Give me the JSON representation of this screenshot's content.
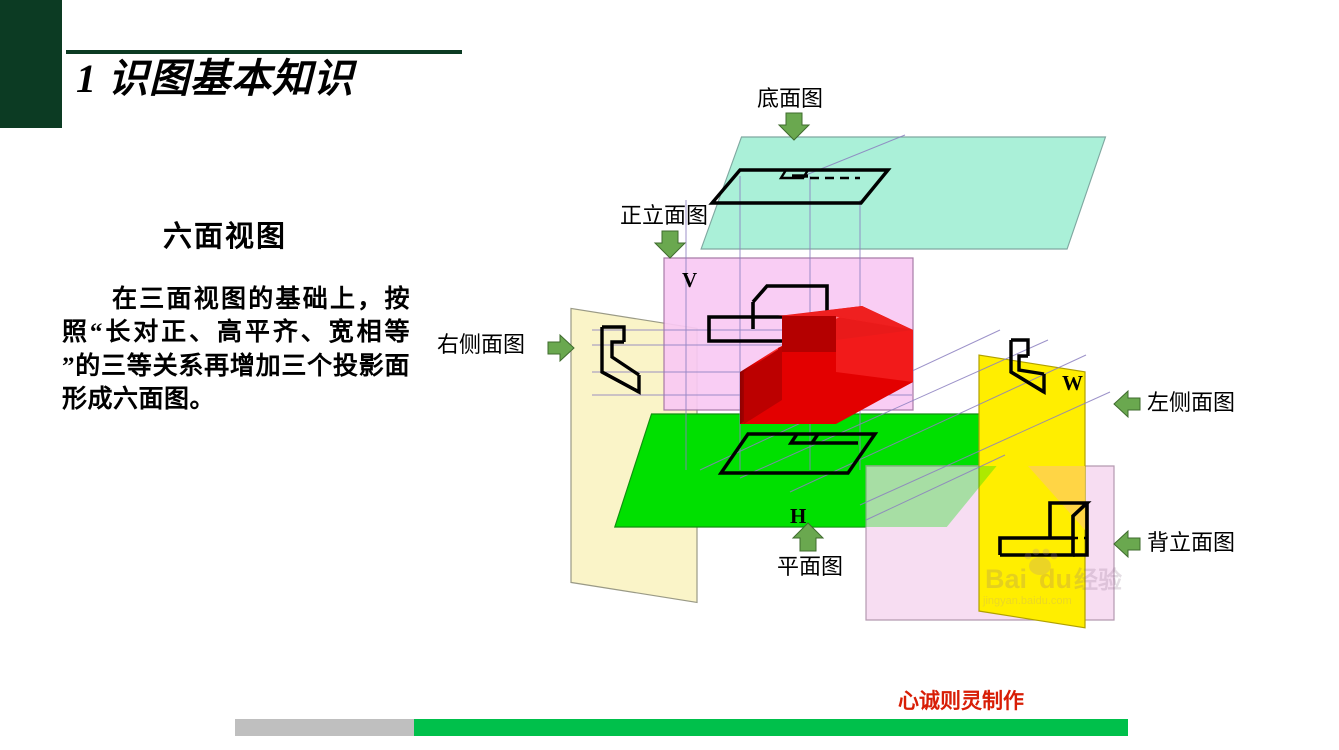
{
  "slide": {
    "title_number": "1",
    "title_text": "识图基本知识",
    "section_heading": "六面视图",
    "body_paragraph": "在三面视图的基础上，按照“长对正、高平齐、宽相等 ”的三等关系再增加三个投影面形成六面图。",
    "accent_color": "#0c3b23"
  },
  "diagram": {
    "labels": {
      "bottom_view": "底面图",
      "front_view": "正立面图",
      "right_view": "右侧面图",
      "left_view": "左侧面图",
      "back_view": "背立面图",
      "top_view": "平面图"
    },
    "plane_letters": {
      "v": "V",
      "h": "H",
      "w": "W"
    },
    "plane_colors": {
      "bottom_cyan": "#aaf0d8",
      "front_pink": "#f7c8f0",
      "top_green": "#00e000",
      "right_cream": "#faf4c8",
      "left_yellow": "#ffee00",
      "back_pink": "#f7ddf2",
      "solid_red": "#e00000",
      "arrow_green": "#6aa84f"
    },
    "watermark": "Baidu 经验"
  },
  "footer": {
    "credit": "心诚则灵制作",
    "progress_percent": 80,
    "track_color": "#bfbfbf",
    "fill_color": "#00c04b"
  }
}
